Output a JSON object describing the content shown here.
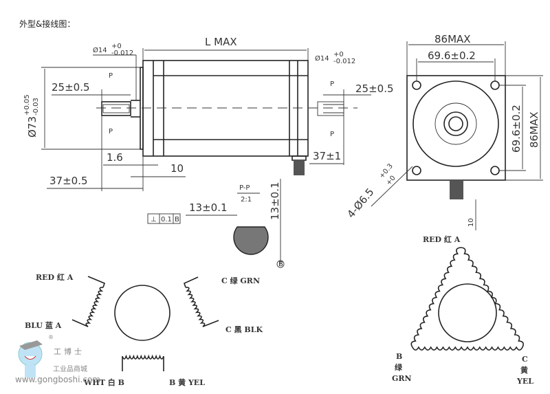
{
  "title": "外型&接线图：",
  "side_view": {
    "length": "L MAX",
    "shaft_dia_front": "Ø14",
    "shaft_dia_front_tol_upper": "+0",
    "shaft_dia_front_tol_lower": "-0.012",
    "shaft_dia_rear": "Ø14",
    "shaft_dia_rear_tol_upper": "+0",
    "shaft_dia_rear_tol_lower": "-0.012",
    "key_length_front": "25±0.5",
    "key_length_rear": "25±0.5",
    "pilot_dia": "Ø73",
    "pilot_tol_upper": "+0.05",
    "pilot_tol_lower": "-0.03",
    "pilot_depth": "1.6",
    "flange_thickness": "10",
    "shaft_length_front": "37±0.5",
    "shaft_length_rear": "37±1",
    "section_mark": "P"
  },
  "front_view": {
    "width": "86MAX",
    "hole_spacing_h": "69.6±0.2",
    "hole_spacing_v": "69.6±0.2",
    "height": "86MAX",
    "holes": "4-Ø6.5",
    "holes_tol_upper": "+0.3",
    "holes_tol_lower": "+0",
    "cable_offset": "10"
  },
  "section": {
    "title": "P-P",
    "scale": "2:1",
    "flat_width": "13±0.1",
    "flat_height": "13±0.1",
    "tolerance_symbol": "⊥",
    "tolerance_value": "0.1",
    "datum": "B",
    "datum_marker": "B"
  },
  "wiring_6": {
    "red": "RED 红 A",
    "blu": "BLU 蓝 A",
    "grn": "C 绿 GRN",
    "blk": "C 黑 BLK",
    "wht": "WHT 白 B",
    "yel": "B 黄 YEL"
  },
  "wiring_delta": {
    "top": "RED 红 A",
    "left_1": "B",
    "left_2": "绿",
    "left_3": "GRN",
    "right_1": "C",
    "right_2": "黄",
    "right_3": "YEL"
  },
  "watermark": {
    "brand": "工博士",
    "tagline": "工业品商城",
    "url": "www.gongboshi.com",
    "reg": "®"
  }
}
